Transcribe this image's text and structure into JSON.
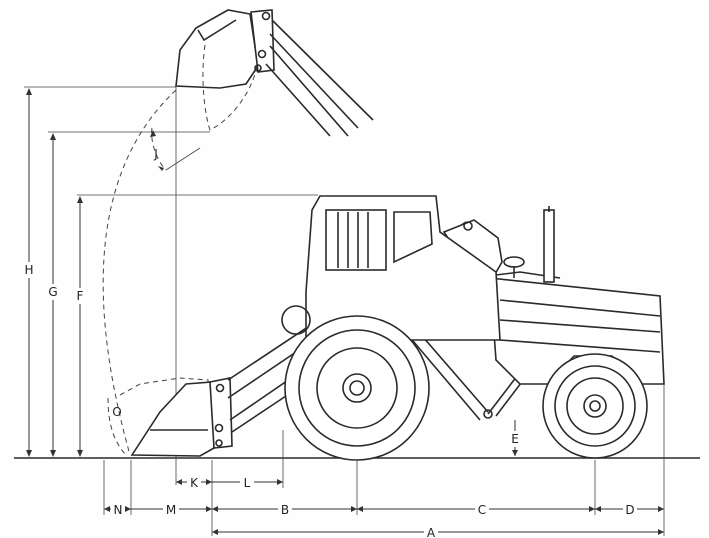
{
  "labels": {
    "A": "A",
    "B": "B",
    "C": "C",
    "D": "D",
    "E": "E",
    "F": "F",
    "G": "G",
    "H": "H",
    "J": "J",
    "K": "K",
    "L": "L",
    "M": "M",
    "N": "N",
    "O": "O"
  }
}
